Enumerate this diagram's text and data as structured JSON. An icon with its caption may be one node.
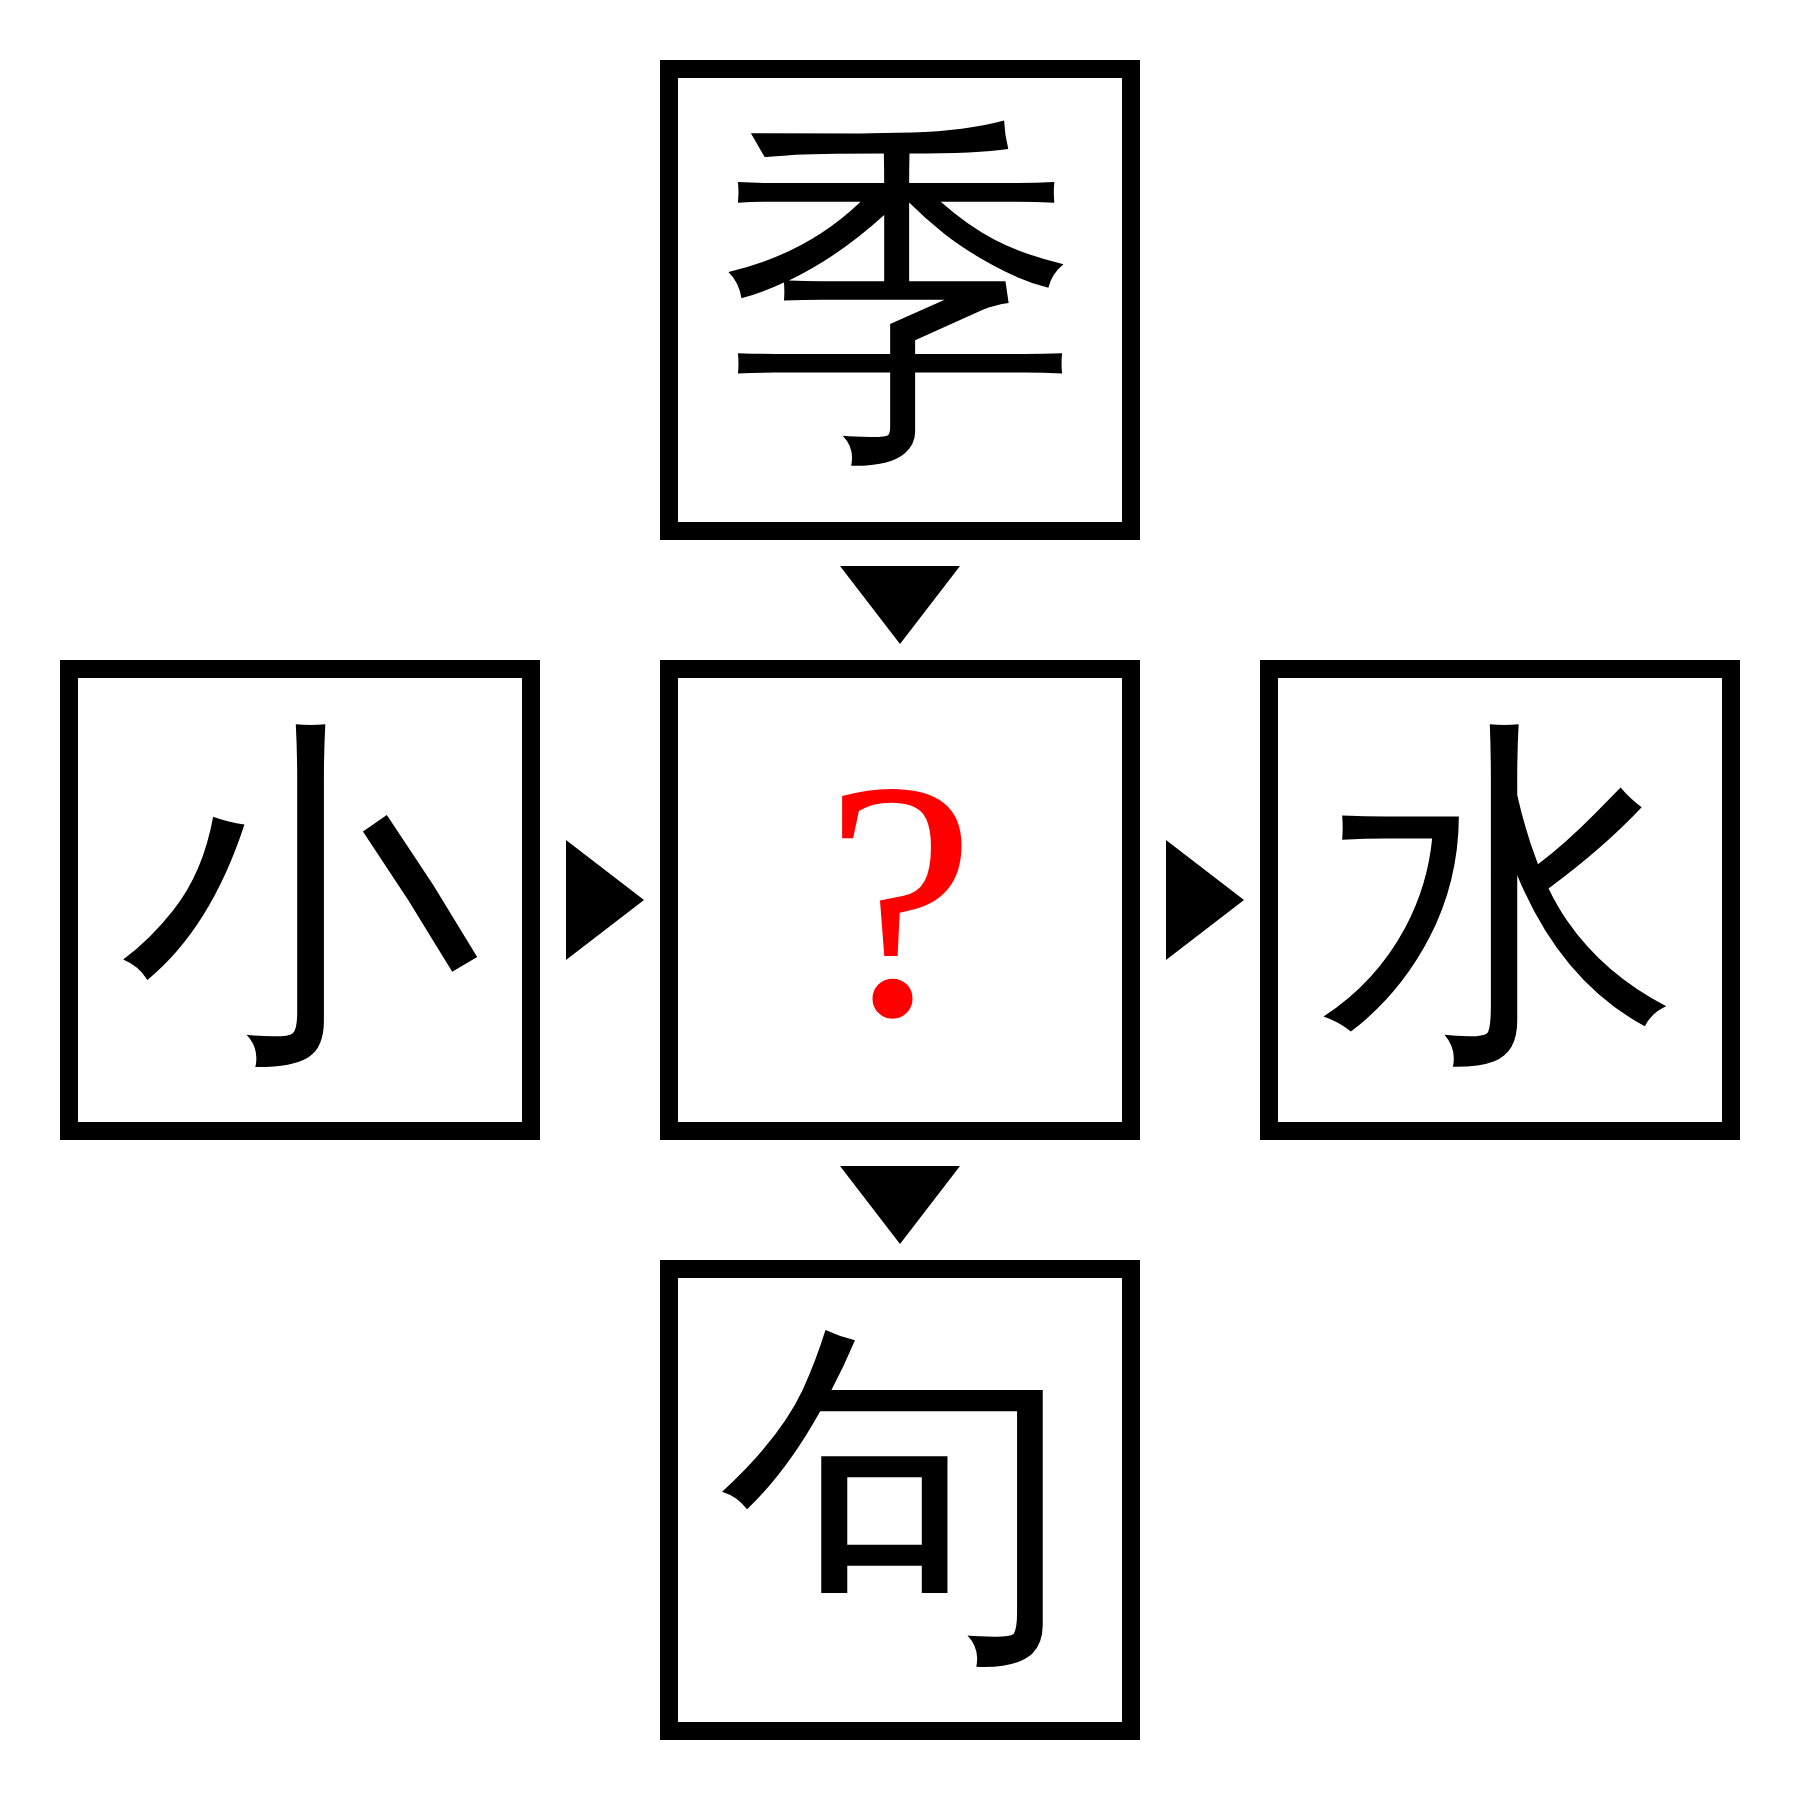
{
  "diagram": {
    "nodes": [
      {
        "text": [
          "季"
        ]
      },
      {
        "text": [
          "小"
        ]
      },
      {
        "text": [
          "?"
        ]
      },
      {
        "text": [
          "水"
        ]
      },
      {
        "text": [
          "句"
        ]
      }
    ],
    "edges": [
      {
        "from": 0,
        "to": 2,
        "arrow": "to"
      },
      {
        "from": 1,
        "to": 2,
        "arrow": "to"
      },
      {
        "from": 2,
        "to": 3,
        "arrow": "to"
      },
      {
        "from": 2,
        "to": 4,
        "arrow": "to"
      }
    ]
  }
}
